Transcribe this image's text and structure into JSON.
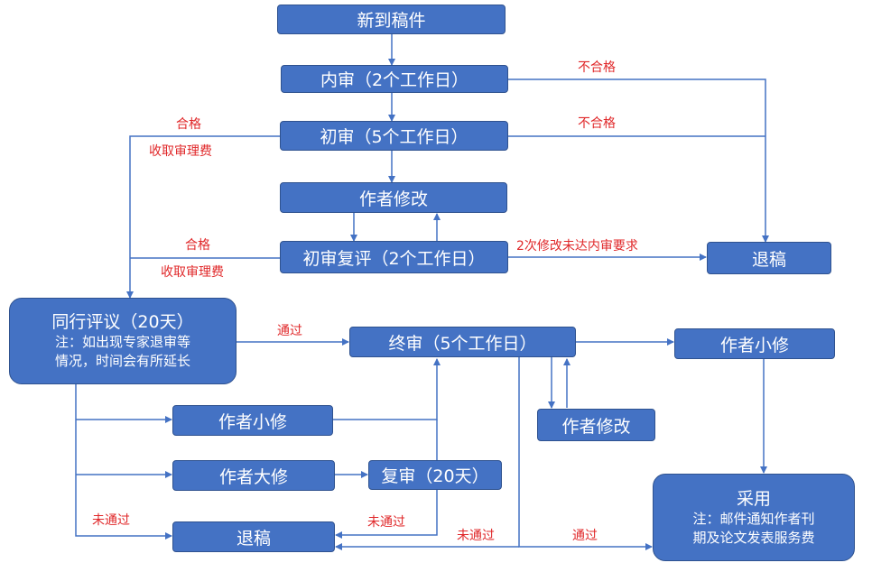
{
  "nodes": {
    "new_manuscript": "新到稿件",
    "internal_review": "内审（2个工作日）",
    "initial_review": "初审（5个工作日）",
    "author_revise_1": "作者修改",
    "initial_re_review": "初审复评（2个工作日）",
    "reject_top": "退稿",
    "peer_review_title": "同行评议（20天）",
    "peer_review_note_1": "注：如出现专家退审等",
    "peer_review_note_2": "情况，时间会有所延长",
    "final_review": "终审（5个工作日）",
    "author_minor_right": "作者小修",
    "author_revise_2": "作者修改",
    "author_minor_left": "作者小修",
    "author_major": "作者大修",
    "re_review": "复审（20天）",
    "reject_bottom": "退稿",
    "accept_title": "采用",
    "accept_note_1": "注：邮件通知作者刊",
    "accept_note_2": "期及论文发表服务费"
  },
  "labels": {
    "fail_1": "不合格",
    "fail_2": "不合格",
    "pass_1": "合格",
    "fee_1": "收取审理费",
    "pass_2": "合格",
    "fee_2": "收取审理费",
    "twice_revise_fail": "2次修改未达内审要求",
    "passed_to_final": "通过",
    "not_passed_left": "未通过",
    "not_passed_re_review": "未通过",
    "not_passed_final": "未通过",
    "passed_accept": "通过"
  },
  "colors": {
    "box_fill": "#4472c4",
    "box_border": "#2f528f",
    "line": "#4472c4",
    "label_text": "#e0282a"
  }
}
